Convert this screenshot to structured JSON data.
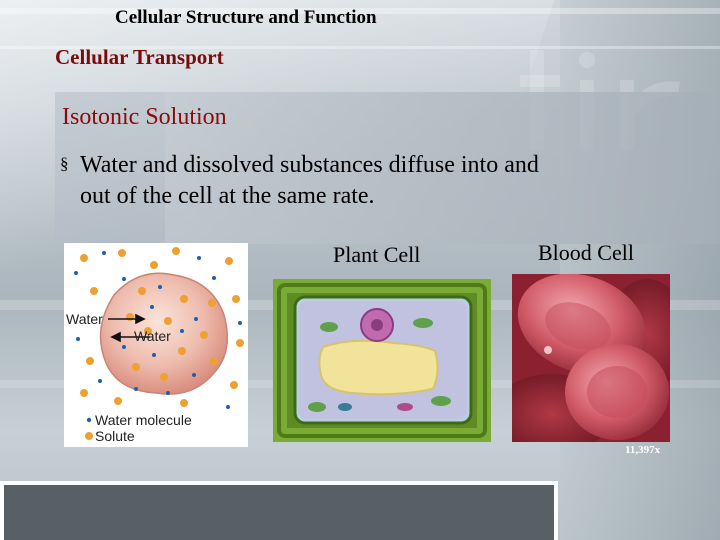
{
  "header": {
    "title": "Cellular Structure and Function"
  },
  "slide": {
    "subtitle": "Cellular Transport",
    "heading": "Isotonic Solution",
    "bullet": {
      "marker": "§",
      "line1": "Water and dissolved substances diffuse into and",
      "line2": "out of the cell at the same rate."
    }
  },
  "diagram": {
    "label_water_in": "Water",
    "label_water_out": "Water",
    "legend_water": "Water molecule",
    "legend_solute": "Solute"
  },
  "images": {
    "plant_label": "Plant Cell",
    "blood_label": "Blood Cell",
    "magnification": "11,397x"
  },
  "colors": {
    "heading": "#8b0a0a",
    "subtitle": "#7a0b0b",
    "cell_membrane": "#e8b7a8",
    "solute": "#f0a030",
    "water": "#1f5fb0",
    "cell_wall": "#6a9a2a",
    "blood_cell": "#c94a55"
  },
  "icons": {
    "bullet": "section-sign-icon",
    "arrow_in": "arrow-right-icon",
    "arrow_out": "arrow-left-icon"
  }
}
